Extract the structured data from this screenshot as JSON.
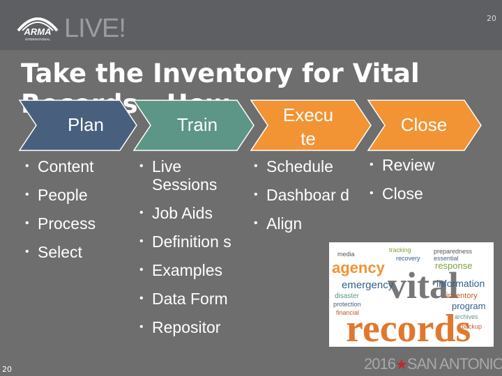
{
  "header": {
    "logo_text": "ARMA",
    "logo_subtext": "INTERNATIONAL",
    "live_text": "LIVE!",
    "slide_number": "20"
  },
  "title": "Take the Inventory for Vital Records - How",
  "steps": [
    {
      "label": "Plan",
      "color": "#48607e"
    },
    {
      "label": "Train",
      "color": "#5d9686"
    },
    {
      "label": "Execu te",
      "color": "#f29334"
    },
    {
      "label": "Close",
      "color": "#f29334"
    }
  ],
  "columns": {
    "plan": [
      "Content",
      "People",
      "Process",
      "Select"
    ],
    "train": [
      "Live Sessions",
      "Job Aids",
      "Definition s",
      "Examples",
      "Data Form",
      "Repositor"
    ],
    "execute": [
      "Schedule",
      "Dashboar d",
      "Align"
    ],
    "close": [
      "Review",
      "Close"
    ]
  },
  "word_cloud": {
    "words": [
      "agency",
      "vital",
      "records",
      "emergency",
      "response",
      "information",
      "inventory",
      "program",
      "disaster",
      "protection",
      "preparedness",
      "tracking",
      "financial",
      "archives",
      "essential",
      "media",
      "backup",
      "recovery"
    ]
  },
  "footer": {
    "year": "2016",
    "city": "SAN ANTONIO",
    "slide_number": "20"
  }
}
